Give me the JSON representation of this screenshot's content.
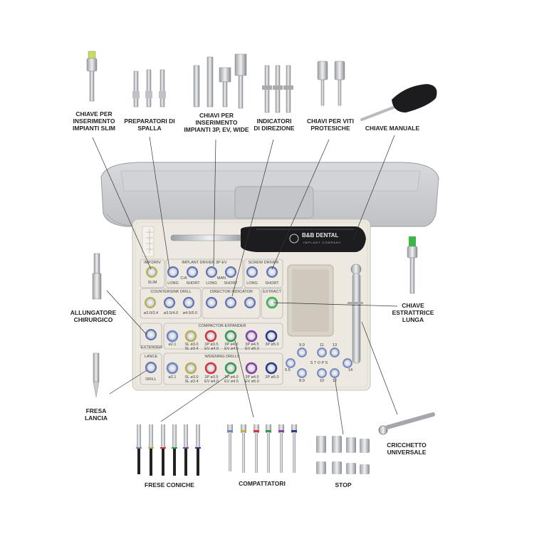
{
  "callouts": {
    "slim": [
      "CHIAVE PER",
      "INSERIMENTO",
      "IMPIANTI SLIM"
    ],
    "spalla": [
      "PREPARATORI DI",
      "SPALLA"
    ],
    "wide": [
      "CHIAVI PER",
      "INSERIMENTO",
      "IMPIANTI 3P, EV, WIDE"
    ],
    "direzione": [
      "INDICATORI",
      "DI DIREZIONE"
    ],
    "protesiche": [
      "CHIAVI PER VITI",
      "PROTESICHE"
    ],
    "manuale": [
      "CHIAVE MANUALE"
    ],
    "estrattrice": [
      "CHIAVE",
      "ESTRATTRICE",
      "LUNGA"
    ],
    "allungatore": [
      "ALLUNGATORE",
      "CHIRURGICO"
    ],
    "lancia": [
      "FRESA",
      "LANCIA"
    ],
    "cricchetto": [
      "CRICCHETTO",
      "UNIVERSALE"
    ],
    "coniche": [
      "FRESE CONICHE"
    ],
    "compattatori": [
      "COMPATTATORI"
    ],
    "stop": [
      "STOP"
    ]
  },
  "brand": {
    "name": "B&B DENTAL",
    "sub": "IMPLANT COMPANY"
  },
  "tray": {
    "imp_drv": "IMP.DRIV",
    "slim": "SLIM",
    "implant_driver": "IMPLANT DRIVER 3P-EV",
    "ca": "C/A",
    "man": "MAN",
    "long": "LONG",
    "short": "SHORT",
    "screw_driver": "SCREW DRIVER",
    "countersink": "COUNTERSINK DRILL",
    "cs_sizes": [
      "ø3.0/3.4",
      "ø3.5/4.0",
      "ø4.5/5.0"
    ],
    "director": "DIRECTOR INDICATOR",
    "extract": "EXTRACT",
    "compactor": "COMPACTOR-EXPANDER",
    "extender": "EXTENDER",
    "lance": "LANCE",
    "drill": "DRILL",
    "widening": "WIDENING DRILLS",
    "row_sizes": [
      [
        "ø2.1",
        ""
      ],
      [
        "SL ø3.0",
        "SL ø3.4"
      ],
      [
        "3P ø3.5",
        "EV ø4.0"
      ],
      [
        "3P ø4.0",
        "EV ø4.5"
      ],
      [
        "3P ø4.5",
        "EV ø5.0"
      ],
      [
        "3P ø5.0",
        ""
      ]
    ],
    "stops": "S T O P S",
    "stop_nums": [
      "9.0",
      "11",
      "13",
      "6.5",
      "14",
      "8.0",
      "10",
      "12"
    ]
  },
  "colors": {
    "ring": [
      "#6f87c4",
      "#b9b14a",
      "#d4343a",
      "#2f9b4c",
      "#8d3ea8",
      "#2d3a8c"
    ],
    "green": "#3db54a",
    "tray": "#ede9e1",
    "lid": "#c9cacd"
  }
}
